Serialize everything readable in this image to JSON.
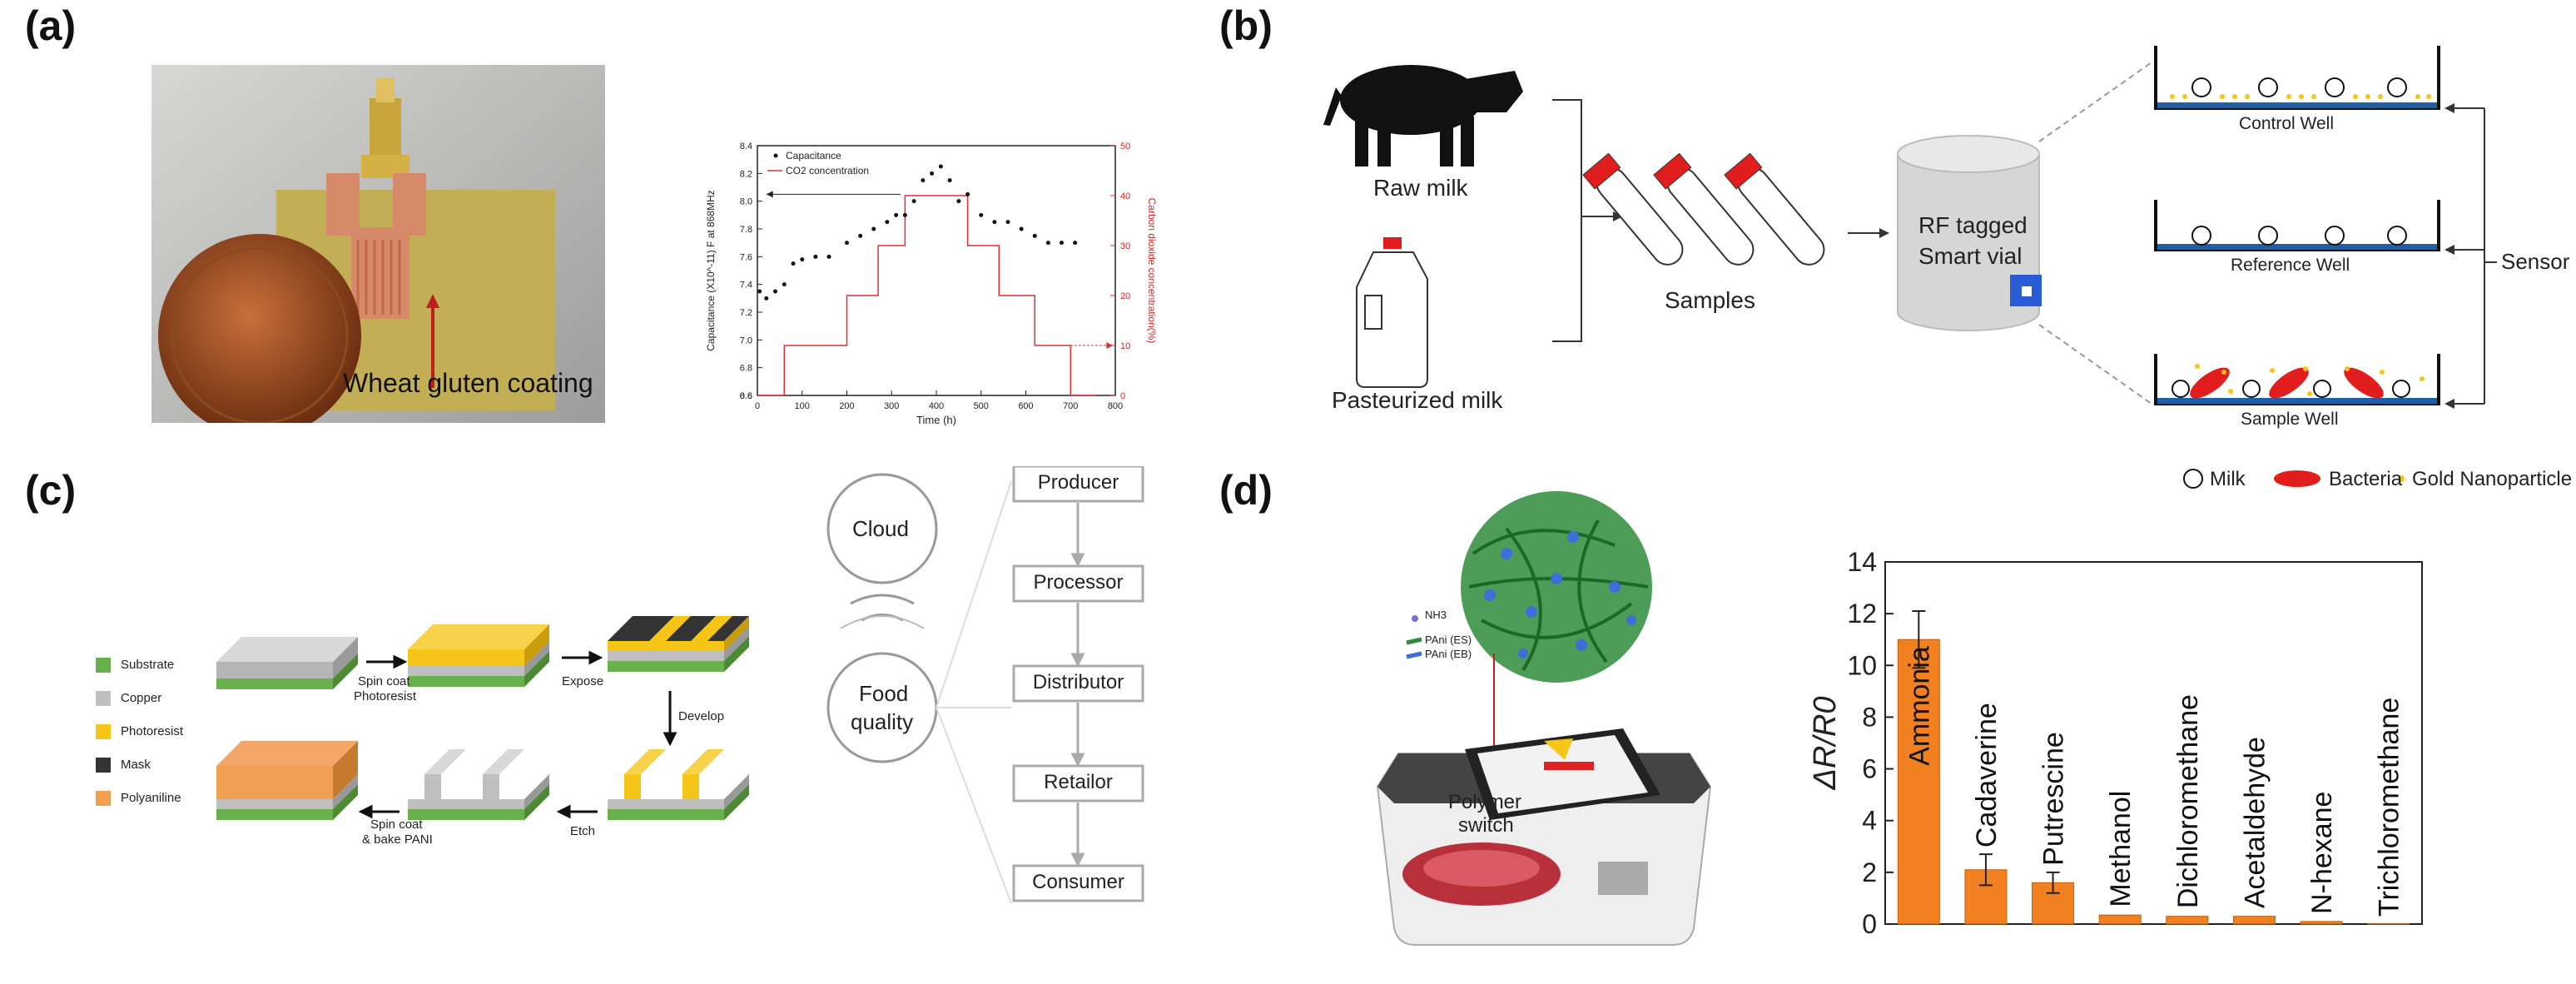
{
  "panels": {
    "a": {
      "label": "(a)",
      "photo_caption": "Wheat gluten coating",
      "chart_data": {
        "type": "line",
        "title": "",
        "xlabel": "Time (h)",
        "ylabel_left": "Capacitance (X10^-11) F at 868MHz",
        "ylabel_right": "Carbon dioxide concentration(%)",
        "xlim": [
          0,
          800
        ],
        "xticks": [
          0,
          100,
          200,
          300,
          400,
          500,
          600,
          700,
          800
        ],
        "ylim_left": [
          6.6,
          8.4
        ],
        "yticks_left": [
          "6.6",
          "6.8",
          "7.0",
          "7.2",
          "7.4",
          "7.6",
          "7.8",
          "8.0",
          "8.2",
          "8.4"
        ],
        "y_break_label": "0.6",
        "ylim_right": [
          0,
          50
        ],
        "yticks_right": [
          0,
          10,
          20,
          30,
          40,
          50
        ],
        "legend": [
          "Capacitance",
          "CO2 concentration"
        ],
        "series": [
          {
            "name": "Capacitance",
            "x": [
              5,
              20,
              40,
              60,
              80,
              100,
              130,
              160,
              200,
              230,
              260,
              290,
              310,
              330,
              350,
              370,
              390,
              410,
              430,
              450,
              470,
              500,
              530,
              560,
              590,
              620,
              650,
              680,
              710
            ],
            "values": [
              7.35,
              7.3,
              7.35,
              7.4,
              7.55,
              7.58,
              7.6,
              7.6,
              7.7,
              7.75,
              7.8,
              7.85,
              7.9,
              7.9,
              8.0,
              8.15,
              8.2,
              8.25,
              8.15,
              8.0,
              8.05,
              7.9,
              7.85,
              7.85,
              7.8,
              7.75,
              7.7,
              7.7,
              7.7
            ]
          },
          {
            "name": "CO2 concentration",
            "x": [
              0,
              60,
              60,
              200,
              200,
              270,
              270,
              330,
              330,
              390,
              390,
              470,
              470,
              540,
              540,
              620,
              620,
              700,
              700,
              760
            ],
            "values": [
              0,
              0,
              10,
              10,
              20,
              20,
              30,
              30,
              40,
              40,
              40,
              40,
              30,
              30,
              20,
              20,
              10,
              10,
              0,
              0
            ]
          }
        ]
      }
    },
    "b": {
      "label": "(b)",
      "raw_milk": "Raw milk",
      "pasteurized_milk": "Pasteurized milk",
      "samples": "Samples",
      "vial_line1": "RF tagged",
      "vial_line2": "Smart vial",
      "control_well": "Control Well",
      "reference_well": "Reference Well",
      "sample_well": "Sample Well",
      "sensor": "Sensor",
      "legend_milk": "Milk",
      "legend_bacteria": "Bacteria",
      "legend_gold": "Gold Nanoparticle"
    },
    "c": {
      "label": "(c)",
      "legend": [
        "Substrate",
        "Copper",
        "Photoresist",
        "Mask",
        "Polyaniline"
      ],
      "legend_colors": [
        "#6ab04c",
        "#bfbfbf",
        "#f5c518",
        "#333333",
        "#f0a050"
      ],
      "step_spin_coat_1": "Spin coat",
      "step_spin_coat_2": "Photoresist",
      "step_expose": "Expose",
      "step_develop": "Develop",
      "step_etch": "Etch",
      "step_pani_1": "Spin coat",
      "step_pani_2": "& bake PANI",
      "cloud": "Cloud",
      "food_quality_1": "Food",
      "food_quality_2": "quality",
      "chain": [
        "Producer",
        "Processor",
        "Distributor",
        "Retailor",
        "Consumer"
      ]
    },
    "d": {
      "label": "(d)",
      "legend_nh3": "NH3",
      "legend_pani_es": "PAni (ES)",
      "legend_pani_eb": "PAni (EB)",
      "polymer_switch_1": "Polymer",
      "polymer_switch_2": "switch",
      "chart_data": {
        "type": "bar",
        "title": "",
        "xlabel": "",
        "ylabel": "ΔR/R0",
        "ylim": [
          0,
          14
        ],
        "yticks": [
          0,
          2,
          4,
          6,
          8,
          10,
          12,
          14
        ],
        "categories": [
          "Ammonia",
          "Cadaverine",
          "Putrescine",
          "Methanol",
          "Dichloromethane",
          "Acetaldehyde",
          "N-hexane",
          "Trichloromethane"
        ],
        "values": [
          11.0,
          2.1,
          1.6,
          0.35,
          0.3,
          0.3,
          0.1,
          0.02
        ],
        "errors": [
          1.1,
          0.6,
          0.4,
          0.05,
          0.05,
          0.05,
          0.03,
          0.01
        ],
        "bar_color": "#f08020"
      }
    }
  }
}
